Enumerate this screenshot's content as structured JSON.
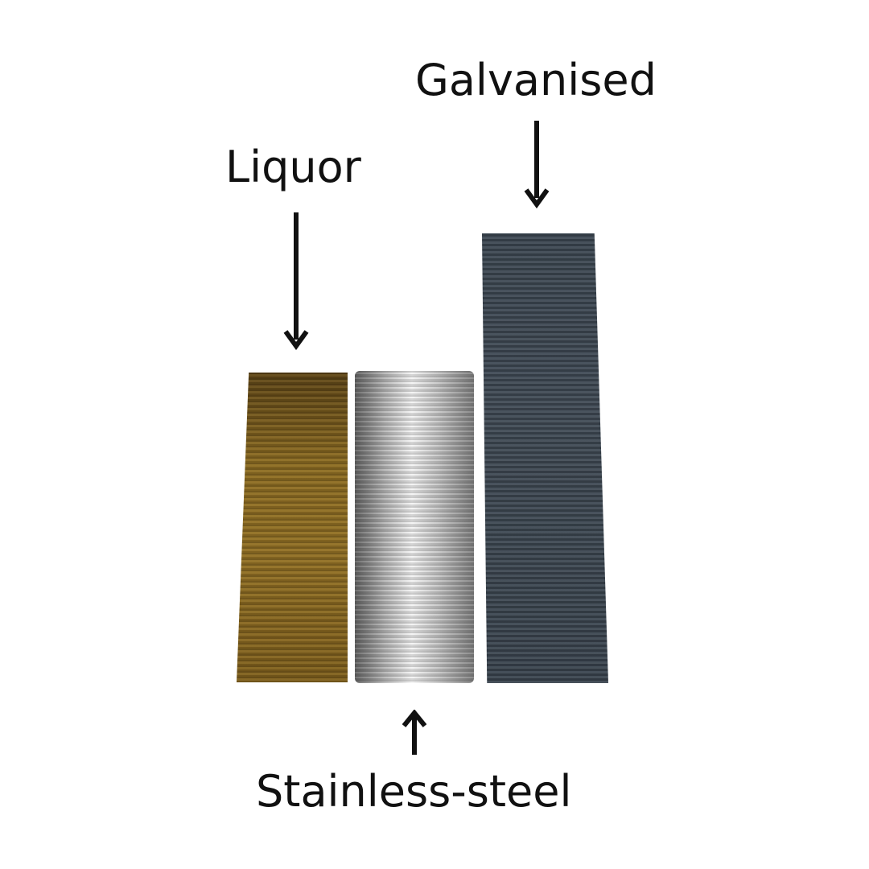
{
  "labels": {
    "liquor": "Liquor",
    "stainless": "Stainless-steel",
    "galvanised": "Galvanised"
  },
  "items": [
    {
      "name": "Liquor",
      "color": "#8a6a22",
      "arrow": "down"
    },
    {
      "name": "Stainless-steel",
      "color": "#c4c4c4",
      "arrow": "up"
    },
    {
      "name": "Galvanised",
      "color": "#3e4852",
      "arrow": "down"
    }
  ]
}
